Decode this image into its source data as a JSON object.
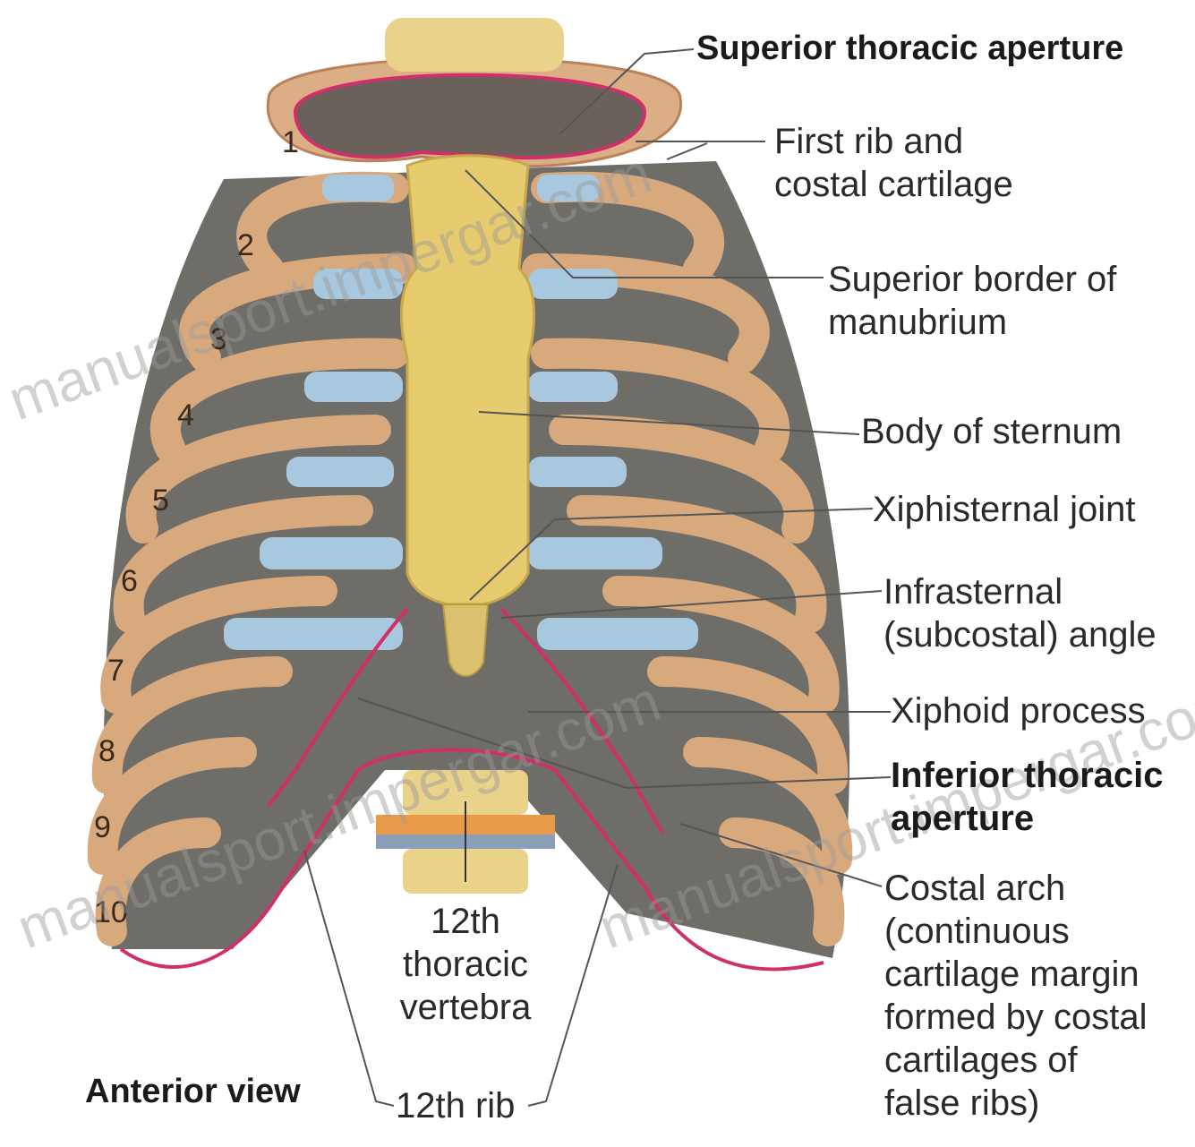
{
  "title": "Anterior view",
  "labels": {
    "superior_aperture": "Superior thoracic aperture",
    "first_rib_1": "First rib and",
    "first_rib_2": "costal cartilage",
    "superior_border_1": "Superior border of",
    "superior_border_2": "manubrium",
    "body_sternum": "Body of sternum",
    "xiphisternal": "Xiphisternal joint",
    "infrasternal_1": "Infrasternal",
    "infrasternal_2": "(subcostal) angle",
    "xiphoid": "Xiphoid process",
    "inferior_aperture_1": "Inferior thoracic",
    "inferior_aperture_2": "aperture",
    "costal_arch_1": "Costal arch",
    "costal_arch_2": "(continuous",
    "costal_arch_3": "cartilage margin",
    "costal_arch_4": "formed by costal",
    "costal_arch_5": "cartilages of",
    "costal_arch_6": "false ribs)",
    "vertebra_1": "12th",
    "vertebra_2": "thoracic",
    "vertebra_3": "vertebra",
    "rib12": "12th rib"
  },
  "rib_numbers": [
    "1",
    "2",
    "3",
    "4",
    "5",
    "6",
    "7",
    "8",
    "9",
    "10"
  ],
  "watermarks": [
    "manualsport.impergar.com",
    "manualsport.impergar.com",
    "manualsport.impergar.com"
  ],
  "colors": {
    "bone": "#dcae86",
    "bone_dark": "#b8835a",
    "sternum": "#e8cf70",
    "cartilage": "#9fc3dc",
    "interspace": "#7d7d78",
    "aperture_line": "#d0306a",
    "vertebra": "#e9d28a"
  }
}
